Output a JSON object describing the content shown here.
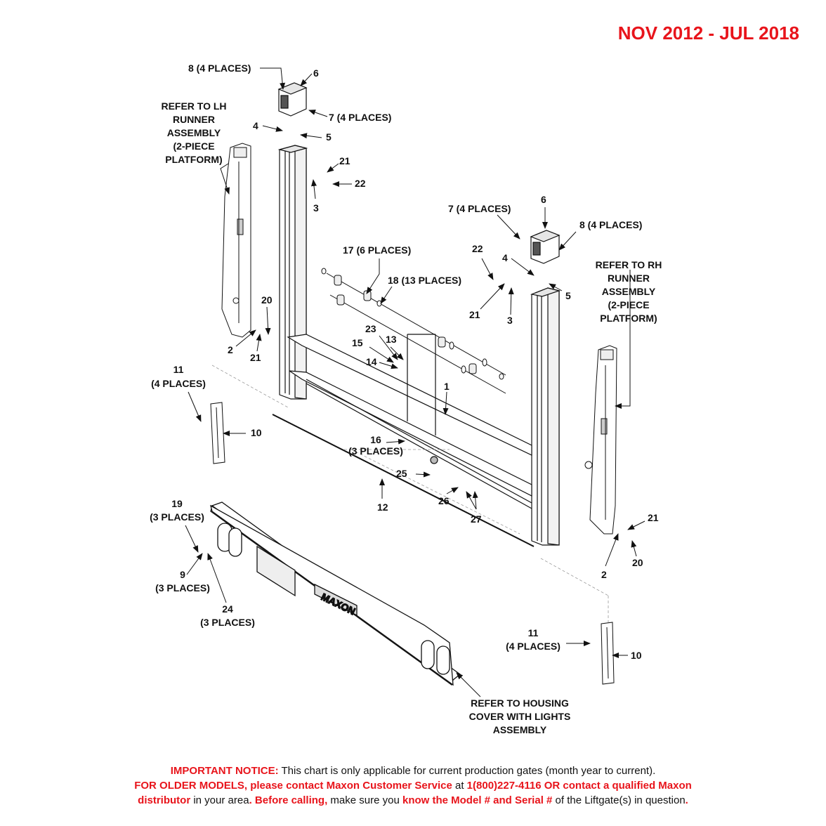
{
  "date_range": "NOV 2012 - JUL 2018",
  "callouts": {
    "c8_top": "8 (4 PLACES)",
    "c6_top": "6",
    "c7_top": "7 (4 PLACES)",
    "c4_top": "4",
    "c5_top": "5",
    "c21_top": "21",
    "c22_top": "22",
    "c3_top": "3",
    "lh_runner": [
      "REFER TO LH",
      "RUNNER",
      "ASSEMBLY",
      "(2-PIECE",
      "PLATFORM)"
    ],
    "c7_right": "7 (4 PLACES)",
    "c6_right": "6",
    "c8_right": "8 (4 PLACES)",
    "c22_right": "22",
    "c4_right": "4",
    "c5_right": "5",
    "c21_right": "21",
    "c3_right": "3",
    "c17": "17 (6 PLACES)",
    "c18": "18 (13 PLACES)",
    "rh_runner": [
      "REFER TO RH",
      "RUNNER",
      "ASSEMBLY",
      "(2-PIECE",
      "PLATFORM)"
    ],
    "c20_left": "20",
    "c2_left": "2",
    "c21_left": "21",
    "c23": "23",
    "c13": "13",
    "c15": "15",
    "c14": "14",
    "c1": "1",
    "c11_left": [
      "11",
      "(4 PLACES)"
    ],
    "c10_left": "10",
    "c16": [
      "16",
      "(3 PLACES)"
    ],
    "c25": "25",
    "c12": "12",
    "c26": "26",
    "c27": "27",
    "c19": [
      "19",
      "(3 PLACES)"
    ],
    "c9": [
      "9",
      "(3 PLACES)"
    ],
    "c24": [
      "24",
      "(3 PLACES)"
    ],
    "c21_bottom": "21",
    "c2_bottom": "2",
    "c20_bottom": "20",
    "c11_right": [
      "11",
      "(4 PLACES)"
    ],
    "c10_right": "10",
    "housing": [
      "REFER TO HOUSING",
      "COVER WITH LIGHTS",
      "ASSEMBLY"
    ],
    "logo_text": "MAXON"
  },
  "notice": {
    "l1_red": "IMPORTANT NOTICE:",
    "l1_text": " This chart is only applicable for current production gates (month year to current).",
    "l2_red": "FOR OLDER MODELS, please contact Maxon Customer Service",
    "l2_at": " at ",
    "l2_red2": "1(800)227-4116 OR contact a qualified Maxon",
    "l3_red": "distributor",
    "l3_text1": " in your area",
    "l3_bold1": ". Before calling,",
    "l3_text2": " make sure you ",
    "l3_bold2": "know the Model # and Serial #",
    "l3_text3": " of the Liftgate(s) in question",
    "l3_end": "."
  },
  "colors": {
    "accent_red": "#e8141b",
    "ink": "#111111"
  }
}
